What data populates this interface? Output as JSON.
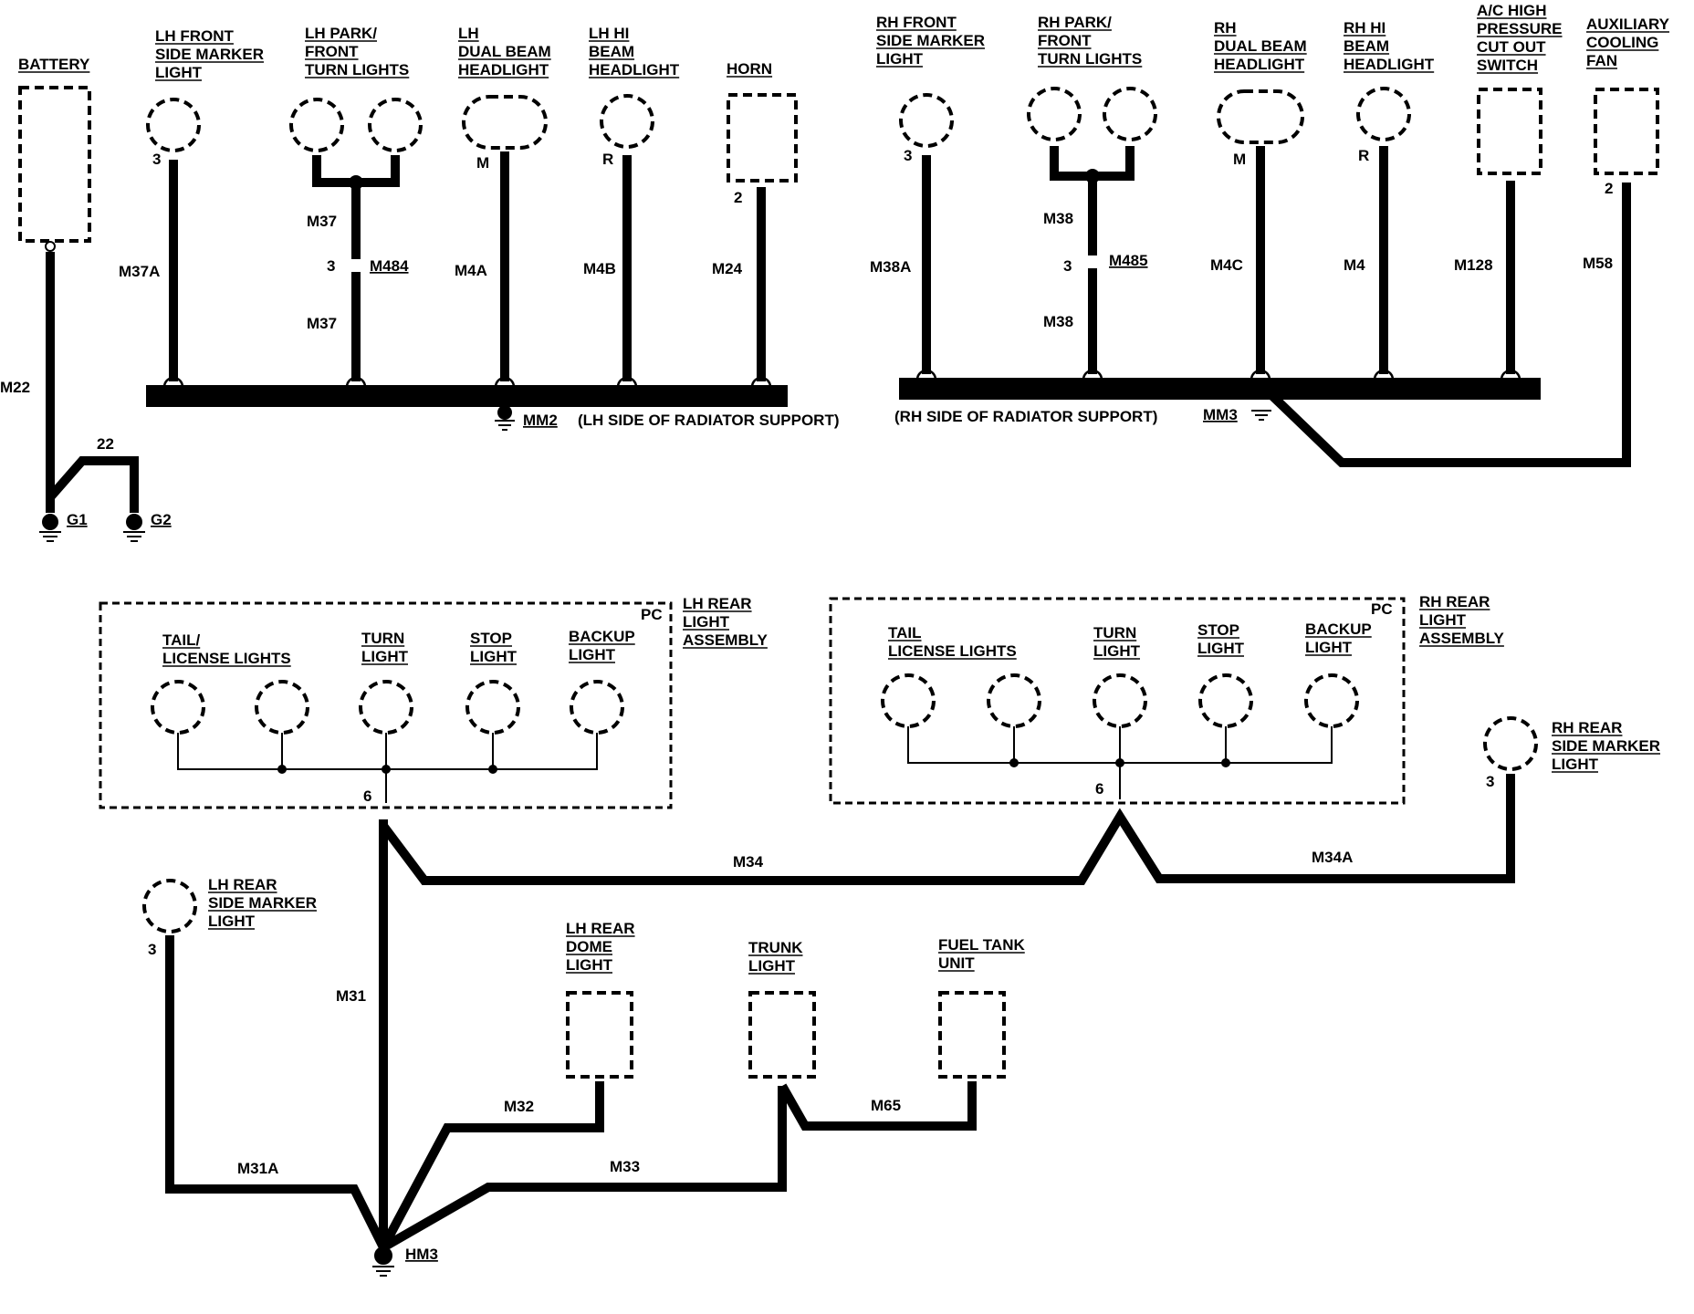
{
  "labels": {
    "battery": [
      "BATTERY"
    ],
    "lh_front_marker": [
      "LH FRONT",
      "SIDE MARKER",
      "LIGHT"
    ],
    "lh_park": [
      "LH PARK/",
      "FRONT",
      "TURN LIGHTS"
    ],
    "lh_dual": [
      "LH",
      "DUAL BEAM",
      "HEADLIGHT"
    ],
    "lh_hi": [
      "LH HI",
      "BEAM",
      "HEADLIGHT"
    ],
    "horn": [
      "HORN"
    ],
    "rh_front_marker": [
      "RH FRONT",
      "SIDE MARKER",
      "LIGHT"
    ],
    "rh_park": [
      "RH PARK/",
      "FRONT",
      "TURN LIGHTS"
    ],
    "rh_dual": [
      "RH",
      "DUAL BEAM",
      "HEADLIGHT"
    ],
    "rh_hi": [
      "RH HI",
      "BEAM",
      "HEADLIGHT"
    ],
    "ac_switch": [
      "A/C HIGH",
      "PRESSURE",
      "CUT OUT",
      "SWITCH"
    ],
    "aux_fan": [
      "AUXILIARY",
      "COOLING",
      "FAN"
    ],
    "lh_rear_assy": [
      "LH REAR",
      "LIGHT",
      "ASSEMBLY"
    ],
    "rh_rear_assy": [
      "RH REAR",
      "LIGHT",
      "ASSEMBLY"
    ],
    "lh_tail": [
      "TAIL/",
      "LICENSE LIGHTS"
    ],
    "lh_turn": [
      "TURN",
      "LIGHT"
    ],
    "lh_stop": [
      "STOP",
      "LIGHT"
    ],
    "lh_backup": [
      "BACKUP",
      "LIGHT"
    ],
    "rh_tail": [
      "TAIL",
      "LICENSE LIGHTS"
    ],
    "rh_turn": [
      "TURN",
      "LIGHT"
    ],
    "rh_stop": [
      "STOP",
      "LIGHT"
    ],
    "rh_backup": [
      "BACKUP",
      "LIGHT"
    ],
    "rh_rear_marker": [
      "RH REAR",
      "SIDE MARKER",
      "LIGHT"
    ],
    "lh_rear_marker": [
      "LH REAR",
      "SIDE MARKER",
      "LIGHT"
    ],
    "lh_dome": [
      "LH REAR",
      "DOME",
      "LIGHT"
    ],
    "trunk": [
      "TRUNK",
      "LIGHT"
    ],
    "fuel": [
      "FUEL TANK",
      "UNIT"
    ]
  },
  "wires": {
    "m22": "M22",
    "m37a": "M37A",
    "m37_top": "M37",
    "m37_bot": "M37",
    "m4a": "M4A",
    "m4b": "M4B",
    "m24": "M24",
    "m38a": "M38A",
    "m38_top": "M38",
    "m38_bot": "M38",
    "m4c": "M4C",
    "m4": "M4",
    "m128": "M128",
    "m58": "M58",
    "m34": "M34",
    "m34a": "M34A",
    "m31": "M31",
    "m31a": "M31A",
    "m32": "M32",
    "m33": "M33",
    "m65": "M65",
    "w22": "22"
  },
  "connectors": {
    "m484": "M484",
    "m485": "M485",
    "mm2": "MM2",
    "mm3": "MM3",
    "hm3": "HM3",
    "g1": "G1",
    "g2": "G2",
    "pc_lh": "PC",
    "pc_rh": "PC"
  },
  "pins": {
    "p_lhfm": "3",
    "p_m484": "3",
    "p_lhdual": "M",
    "p_lhhi": "R",
    "p_horn": "2",
    "p_rhfm": "3",
    "p_m485": "3",
    "p_rhdual": "M",
    "p_rhhi": "R",
    "p_fan": "2",
    "p_lhassy": "6",
    "p_rhassy": "6",
    "p_rhrm": "3",
    "p_lhrm": "3"
  },
  "notes": {
    "lh_radiator": "(LH SIDE OF RADIATOR SUPPORT)",
    "rh_radiator": "(RH SIDE OF  RADIATOR SUPPORT)"
  }
}
